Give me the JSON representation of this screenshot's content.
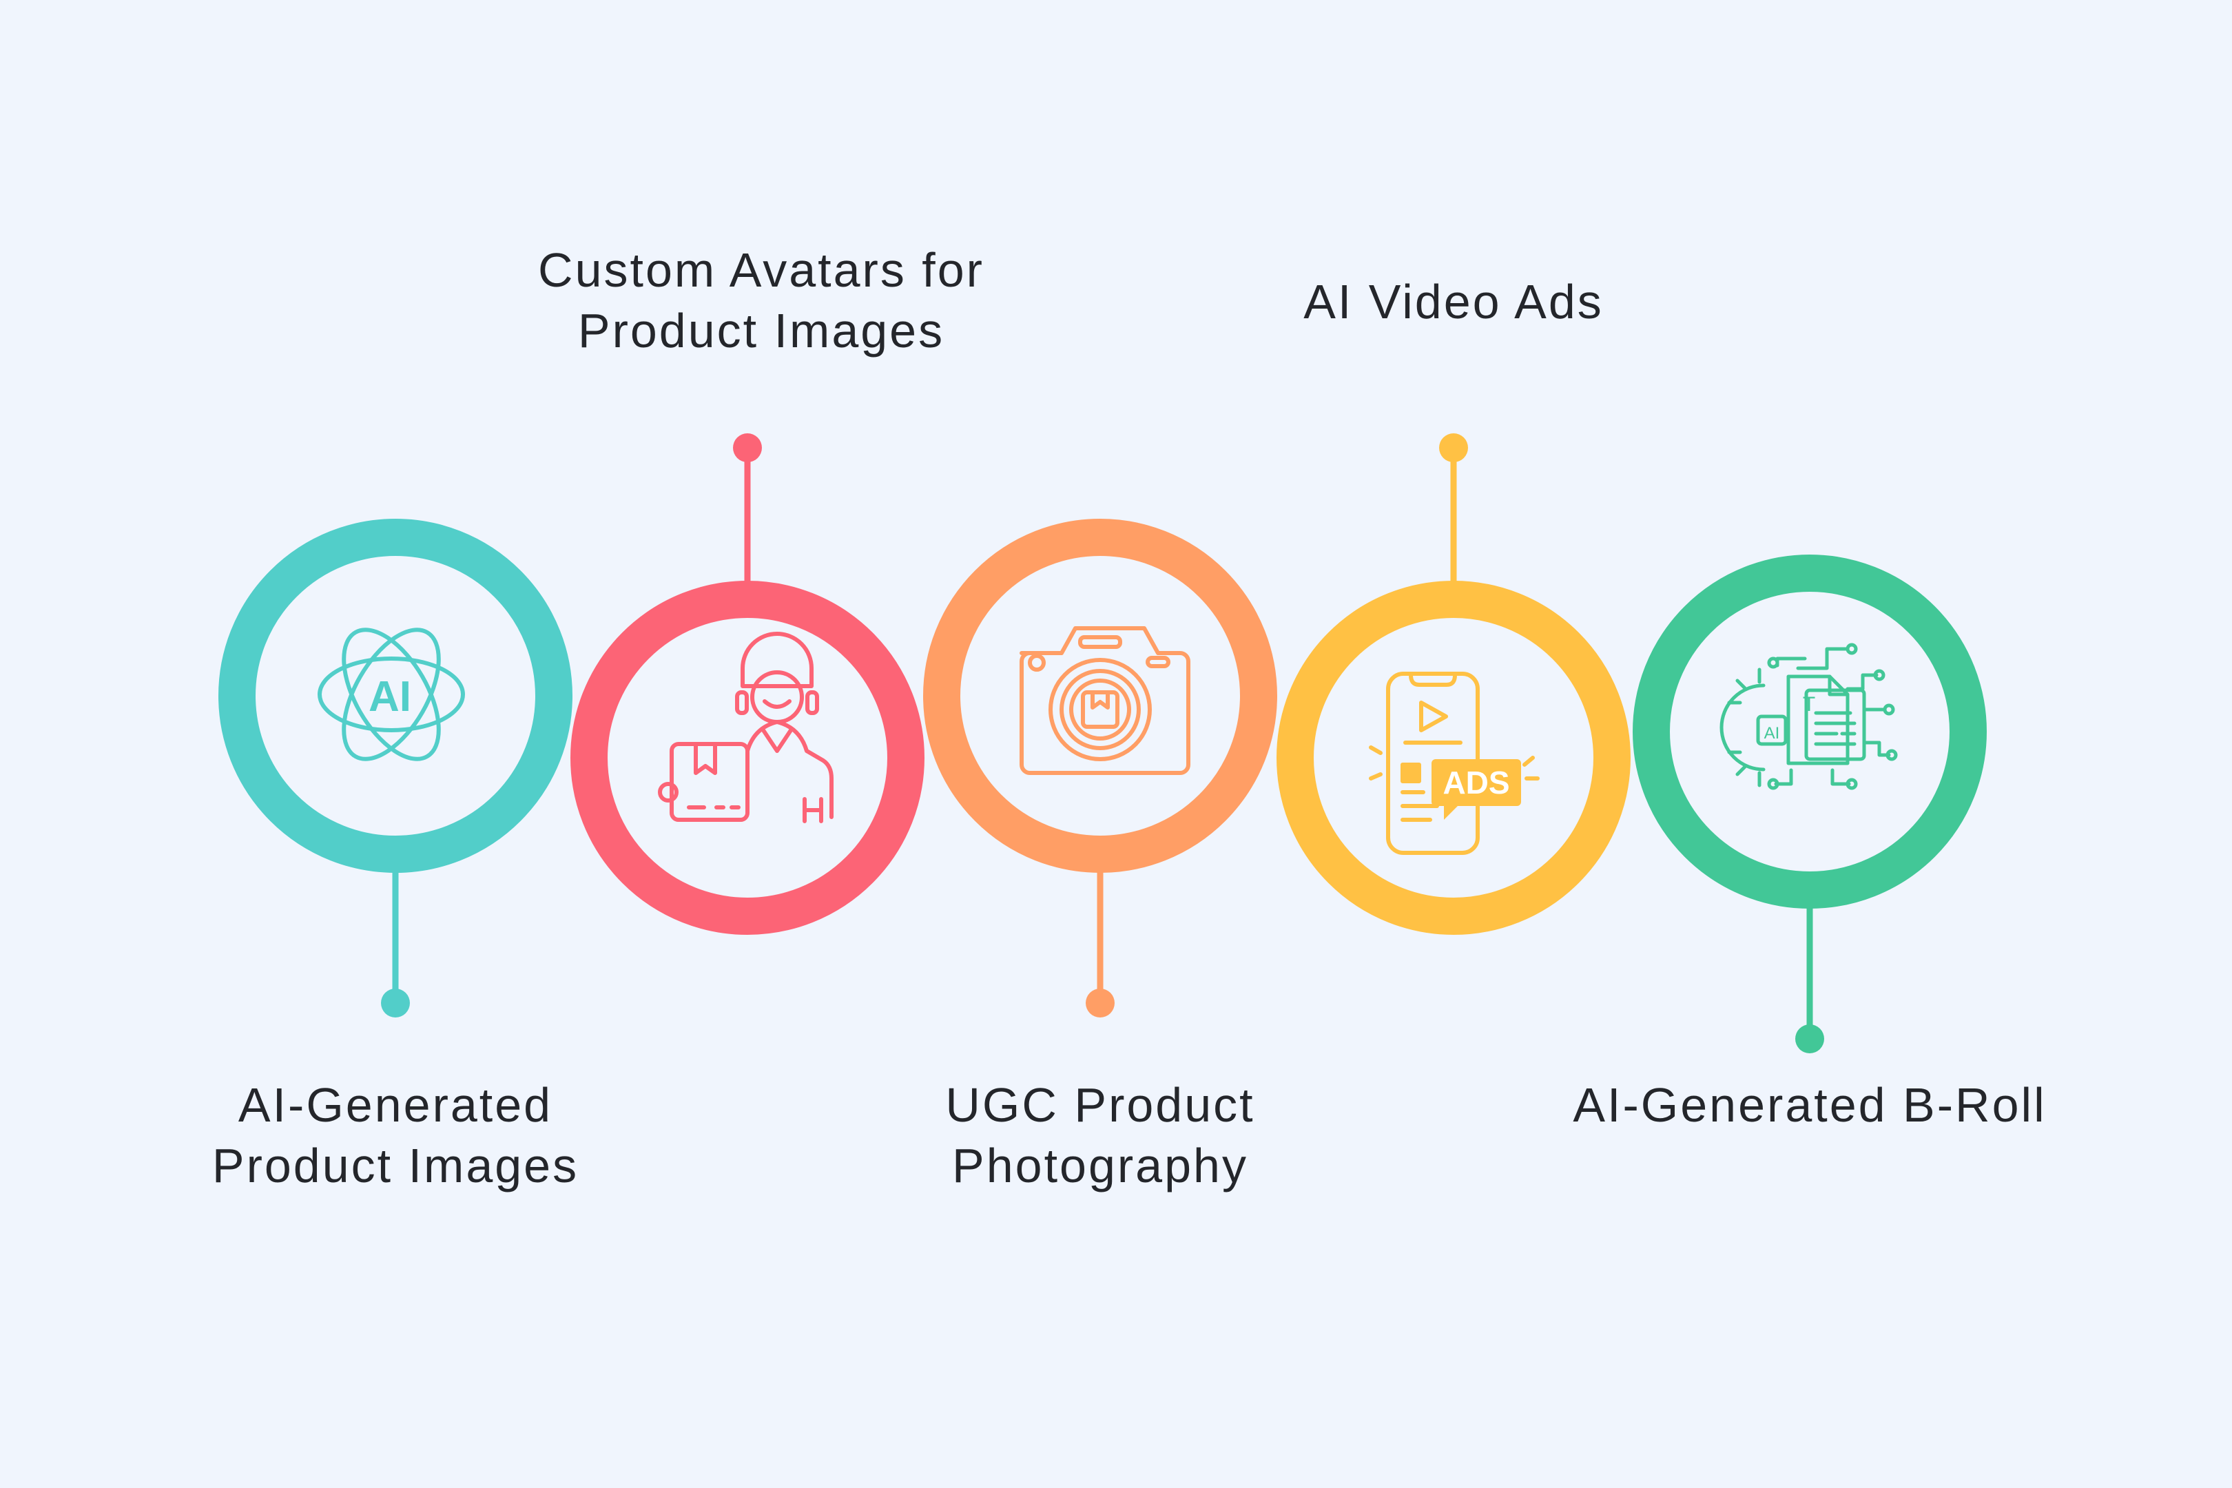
{
  "steps": [
    {
      "lines": [
        "AI-Generated",
        "Product Images"
      ],
      "color": "#52cec9",
      "icon": "ai-atom-icon"
    },
    {
      "lines": [
        "Custom Avatars for",
        "Product Images"
      ],
      "color": "#fc6476",
      "icon": "avatar-with-box-icon"
    },
    {
      "lines": [
        "UGC Product",
        "Photography"
      ],
      "color": "#ff9e65",
      "icon": "camera-icon"
    },
    {
      "lines": [
        "AI Video Ads"
      ],
      "color": "#ffc144",
      "icon": "phone-video-ads-icon"
    },
    {
      "lines": [
        "AI-Generated B-Roll"
      ],
      "color": "#42c797",
      "icon": "ai-document-circuit-icon"
    }
  ],
  "icon_text": {
    "ai_badge": "AI",
    "ads_badge": "ADS",
    "doc_t": "T",
    "doc_ai": "AI"
  }
}
